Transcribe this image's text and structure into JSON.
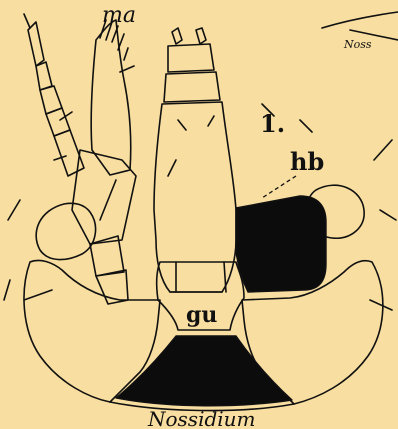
{
  "figure": {
    "panel_number": "1.",
    "caption": "Nossidium",
    "corner_fragment": "Noss",
    "labels": {
      "ma": "ma",
      "hb": "hb",
      "gu": "gu"
    }
  }
}
